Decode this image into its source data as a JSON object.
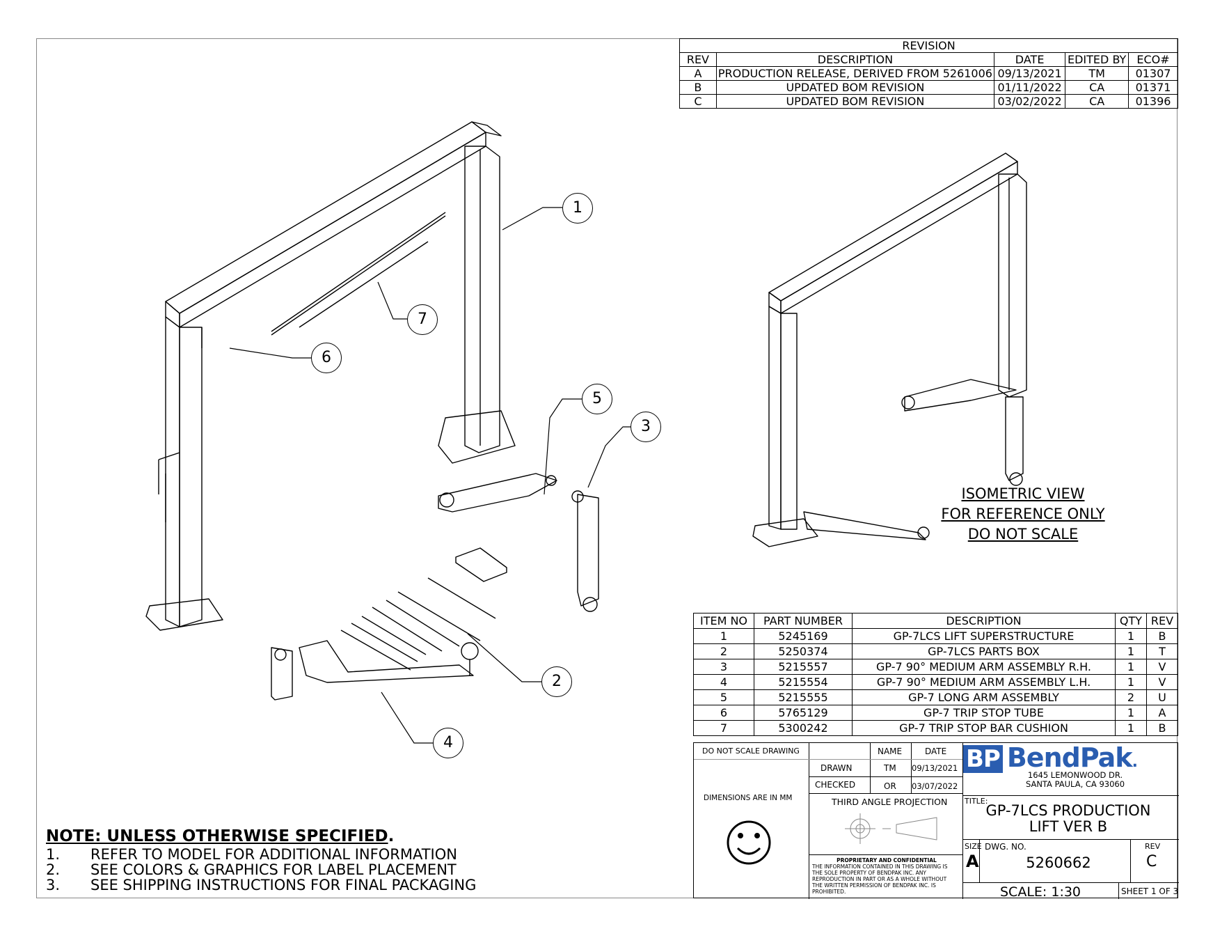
{
  "revision": {
    "title": "REVISION",
    "headers": [
      "REV",
      "DESCRIPTION",
      "DATE",
      "EDITED BY",
      "ECO#"
    ],
    "rows": [
      [
        "A",
        "PRODUCTION RELEASE, DERIVED FROM 5261006",
        "09/13/2021",
        "TM",
        "01307"
      ],
      [
        "B",
        "UPDATED BOM REVISION",
        "01/11/2022",
        "CA",
        "01371"
      ],
      [
        "C",
        "UPDATED BOM REVISION",
        "03/02/2022",
        "CA",
        "01396"
      ]
    ]
  },
  "balloons": [
    "1",
    "2",
    "3",
    "4",
    "5",
    "6",
    "7"
  ],
  "iso_note": [
    "ISOMETRIC VIEW",
    "FOR REFERENCE ONLY",
    "DO NOT SCALE"
  ],
  "bom": {
    "headers": [
      "ITEM NO",
      "PART NUMBER",
      "DESCRIPTION",
      "QTY",
      "REV"
    ],
    "rows": [
      [
        "1",
        "5245169",
        "GP-7LCS LIFT SUPERSTRUCTURE",
        "1",
        "B"
      ],
      [
        "2",
        "5250374",
        "GP-7LCS PARTS BOX",
        "1",
        "T"
      ],
      [
        "3",
        "5215557",
        "GP-7 90° MEDIUM ARM ASSEMBLY R.H.",
        "1",
        "V"
      ],
      [
        "4",
        "5215554",
        "GP-7 90° MEDIUM ARM ASSEMBLY L.H.",
        "1",
        "V"
      ],
      [
        "5",
        "5215555",
        "GP-7 LONG ARM ASSEMBLY",
        "2",
        "U"
      ],
      [
        "6",
        "5765129",
        "GP-7 TRIP STOP TUBE",
        "1",
        "A"
      ],
      [
        "7",
        "5300242",
        "GP-7 TRIP STOP BAR CUSHION",
        "1",
        "B"
      ]
    ]
  },
  "title_block": {
    "do_not_scale": "DO NOT SCALE DRAWING",
    "name_label": "NAME",
    "date_label": "DATE",
    "drawn_label": "DRAWN",
    "drawn_name": "TM",
    "drawn_date": "09/13/2021",
    "checked_label": "CHECKED",
    "checked_name": "OR",
    "checked_date": "03/07/2022",
    "dimensions": "DIMENSIONS ARE IN MM",
    "projection": "THIRD ANGLE PROJECTION",
    "proprietary_title": "PROPRIETARY AND CONFIDENTIAL",
    "proprietary_text": [
      "THE INFORMATION CONTAINED IN THIS DRAWING IS",
      "THE SOLE PROPERTY OF BENDPAK INC. ANY",
      "REPRODUCTION IN PART OR AS A WHOLE WITHOUT",
      "THE WRITTEN PERMISSION OF BENDPAK INC. IS",
      "PROHIBITED."
    ],
    "logo_mark": "BP",
    "logo_text": "BendPak",
    "logo_dot": ".",
    "address_1": "1645 LEMONWOOD DR.",
    "address_2": "SANTA PAULA, CA 93060",
    "title_label": "TITLE:",
    "title_1": "GP-7LCS PRODUCTION",
    "title_2": "LIFT VER B",
    "size_label": "SIZE",
    "size": "A",
    "dwg_label": "DWG.  NO.",
    "dwg_no": "5260662",
    "rev_label": "REV",
    "rev": "C",
    "scale": "SCALE: 1:30",
    "sheet": "SHEET 1 OF 3"
  },
  "notes": {
    "heading": "NOTE: UNLESS OTHERWISE SPECIFIED",
    "heading_end": ".",
    "items": [
      {
        "num": "1.",
        "text": "REFER TO MODEL FOR ADDITIONAL INFORMATION"
      },
      {
        "num": "2.",
        "text": "SEE COLORS & GRAPHICS FOR LABEL PLACEMENT"
      },
      {
        "num": "3.",
        "text": "SEE SHIPPING INSTRUCTIONS FOR FINAL PACKAGING"
      }
    ]
  }
}
